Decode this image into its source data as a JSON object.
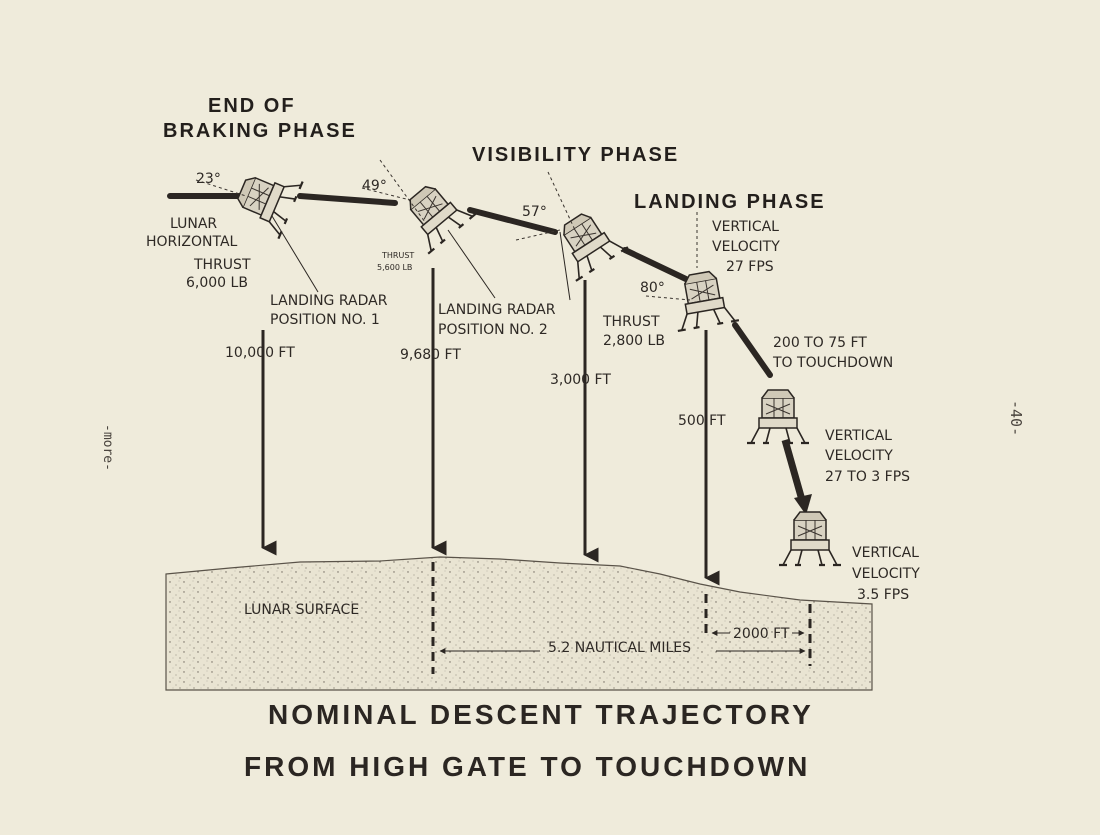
{
  "phases": {
    "braking_line1": "END OF",
    "braking_line2": "BRAKING PHASE",
    "visibility": "VISIBILITY PHASE",
    "landing": "LANDING PHASE"
  },
  "angles": {
    "a23": "23°",
    "a49": "49°",
    "a57": "57°",
    "a80": "80°"
  },
  "labels": {
    "lunar_horizontal_1": "LUNAR",
    "lunar_horizontal_2": "HORIZONTAL",
    "thrust1_1": "THRUST",
    "thrust1_2": "6,000 LB",
    "thrust2_1": "THRUST",
    "thrust2_2": "5,600 LB",
    "thrust3_1": "THRUST",
    "thrust3_2": "2,800 LB",
    "radar1_1": "LANDING RADAR",
    "radar1_2": "POSITION NO. 1",
    "radar2_1": "LANDING RADAR",
    "radar2_2": "POSITION NO. 2",
    "vv1_1": "VERTICAL",
    "vv1_2": "VELOCITY",
    "vv1_3": "27 FPS",
    "td_1": "200 TO 75 FT",
    "td_2": "TO TOUCHDOWN",
    "vv2_1": "VERTICAL",
    "vv2_2": "VELOCITY",
    "vv2_3": "27 TO 3 FPS",
    "vv3_1": "VERTICAL",
    "vv3_2": "VELOCITY",
    "vv3_3": "3.5 FPS",
    "lunar_surface": "LUNAR SURFACE",
    "nautical_miles": "5.2 NAUTICAL MILES",
    "ft2000": "2000 FT"
  },
  "altitudes": {
    "alt1": "10,000 FT",
    "alt2": "9,680 FT",
    "alt3": "3,000 FT",
    "alt4": "500 FT"
  },
  "caption": {
    "line1": "NOMINAL DESCENT TRAJECTORY",
    "line2": "FROM HIGH GATE TO TOUCHDOWN"
  },
  "margin": {
    "left": "-more-",
    "right": "-40-"
  },
  "colors": {
    "paper": "#efebdb",
    "ink": "#2b2622"
  }
}
